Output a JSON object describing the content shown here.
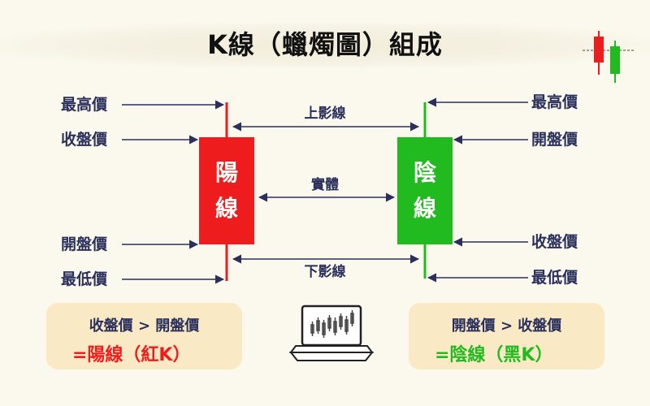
{
  "title": "K線（蠟燭圖）組成",
  "yang": {
    "name_line1": "陽",
    "name_line2": "線",
    "labels": [
      "最高價",
      "收盤價",
      "開盤價",
      "最低價"
    ],
    "color": "#ee1c1c",
    "rule": "收盤價 > 開盤價",
    "result": "=陽線（紅K）"
  },
  "yin": {
    "name_line1": "陰",
    "name_line2": "線",
    "labels": [
      "最高價",
      "開盤價",
      "收盤價",
      "最低價"
    ],
    "color": "#22bb1f",
    "rule": "開盤價 > 收盤價",
    "result": "=陰線（黑K）"
  },
  "middle": {
    "upper_shadow": "上影線",
    "real_body": "實體",
    "lower_shadow": "下影線"
  },
  "colors": {
    "arrow": "#2a2f5c",
    "background": "#fbf8ee",
    "box": "#f9e9c4"
  },
  "icons": [
    "candlestick-logo-icon",
    "laptop-icon"
  ]
}
